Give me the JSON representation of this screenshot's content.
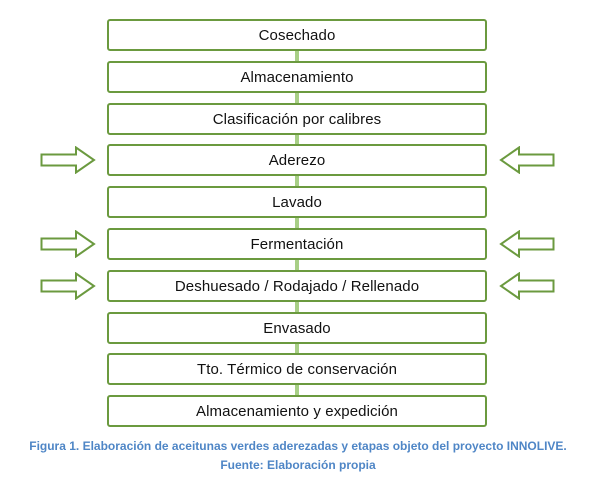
{
  "colors": {
    "box_border": "#6b9a3f",
    "connector": "#a8cf86",
    "arrow_stroke": "#6b9a3f",
    "caption": "#4f86c6"
  },
  "steps": [
    {
      "label": "Cosechado",
      "marked": false
    },
    {
      "label": "Almacenamiento",
      "marked": false
    },
    {
      "label": "Clasificación por calibres",
      "marked": false
    },
    {
      "label": "Aderezo",
      "marked": true
    },
    {
      "label": "Lavado",
      "marked": false
    },
    {
      "label": "Fermentación",
      "marked": true
    },
    {
      "label": "Deshuesado / Rodajado / Rellenado",
      "marked": true
    },
    {
      "label": "Envasado",
      "marked": false
    },
    {
      "label": "Tto. Térmico de conservación",
      "marked": false
    },
    {
      "label": "Almacenamiento y expedición",
      "marked": false
    }
  ],
  "caption": {
    "line1": "Figura 1. Elaboración de aceitunas verdes aderezadas y etapas objeto del proyecto INNOLIVE.",
    "line2": "Fuente: Elaboración propia"
  },
  "icons": {
    "left_marker": "right-arrow-outline-icon",
    "right_marker": "left-arrow-outline-icon"
  }
}
